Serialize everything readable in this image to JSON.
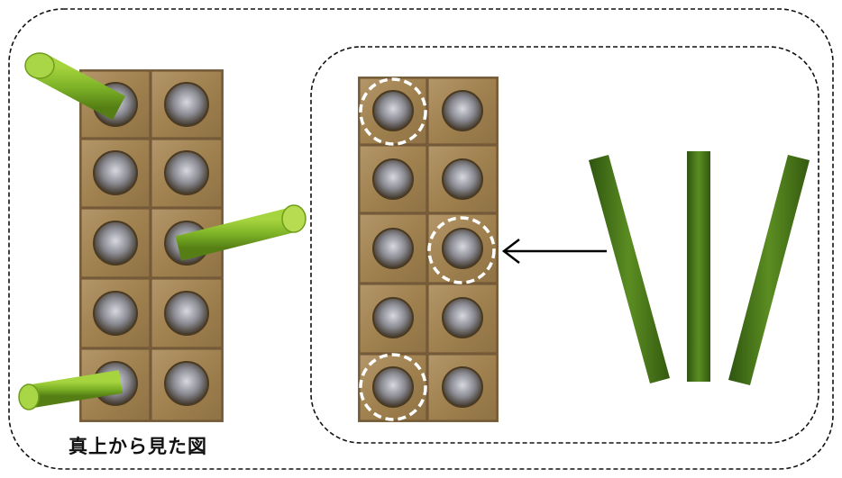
{
  "caption": "真上から見た図",
  "colors": {
    "wood": "#a8895a",
    "wood_dark": "#6b5130",
    "rod_light_green": "#8cbf2e",
    "rod_dark_green": "#3f6b14",
    "dashed_border": "#111111",
    "highlight_circle": "#ffffff"
  },
  "icons": {
    "arrow": "arrow-left-icon",
    "highlight": "dashed-circle-icon"
  },
  "left_block": {
    "rows": 5,
    "cols": 2
  },
  "right_block": {
    "rows": 5,
    "cols": 2
  }
}
